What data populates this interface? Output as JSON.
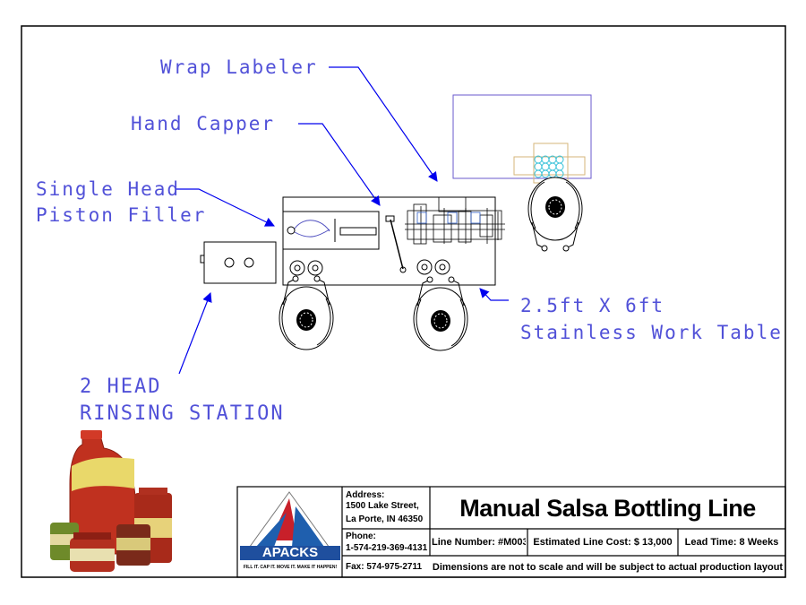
{
  "callouts": {
    "wrap_labeler": "Wrap Labeler",
    "hand_capper": "Hand Capper",
    "filler_line1": "Single Head",
    "filler_line2": "Piston Filler",
    "table_line1": "2.5ft X 6ft",
    "table_line2": "Stainless Work Table",
    "rinse_line1": "2 HEAD",
    "rinse_line2": "RINSING STATION"
  },
  "title_block": {
    "title": "Manual Salsa Bottling Line",
    "logo_text": "APACKS",
    "tagline": "FILL IT. CAP IT. MOVE IT. MAKE IT HAPPEN!",
    "address_label": "Address:",
    "address_line1": "1500 Lake Street,",
    "address_line2": "La Porte, IN 46350",
    "phone_label": "Phone:",
    "phone_value": "1-574-219-369-4131",
    "fax": "Fax: 574-975-2711",
    "line_number": "Line Number: #M003",
    "cost": "Estimated Line Cost:  $ 13,000",
    "lead_time": "Lead Time: 8 Weeks",
    "disclaimer": "Dimensions are not to scale and will be subject to actual production layout"
  },
  "colors": {
    "callout": "#5151d8",
    "linework": "#000000",
    "logo_red": "#c8202a",
    "logo_blue": "#1f5fae",
    "sauce": "#c0311f"
  }
}
